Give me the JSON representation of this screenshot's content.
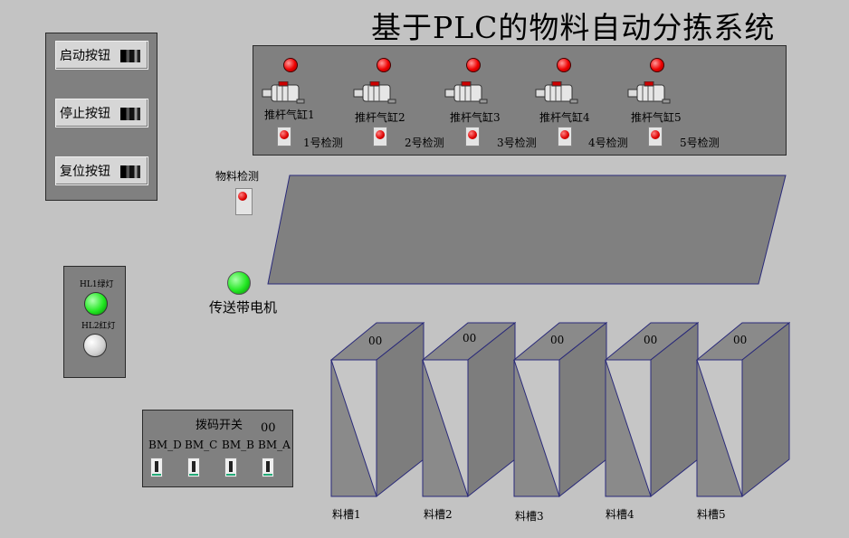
{
  "title": "基于PLC的物料自动分拣系统",
  "buttons": {
    "start": "启动按钮",
    "stop": "停止按钮",
    "reset": "复位按钮"
  },
  "cylinders": [
    "推杆气缸1",
    "推杆气缸2",
    "推杆气缸3",
    "推杆气缸4",
    "推杆气缸5"
  ],
  "detectors": [
    "1号检测",
    "2号检测",
    "3号检测",
    "4号检测",
    "5号检测"
  ],
  "material_detect": "物料检测",
  "conveyor_motor": "传送带电机",
  "lights": {
    "green": "HL1绿灯",
    "red": "HL2红灯"
  },
  "dip": {
    "title": "拨码开关",
    "value": "00",
    "labels": [
      "BM_D",
      "BM_C",
      "BM_B",
      "BM_A"
    ]
  },
  "bins": [
    {
      "label": "料槽1",
      "count": "00"
    },
    {
      "label": "料槽2",
      "count": "00"
    },
    {
      "label": "料槽3",
      "count": "00"
    },
    {
      "label": "料槽4",
      "count": "00"
    },
    {
      "label": "料槽5",
      "count": "00"
    }
  ]
}
